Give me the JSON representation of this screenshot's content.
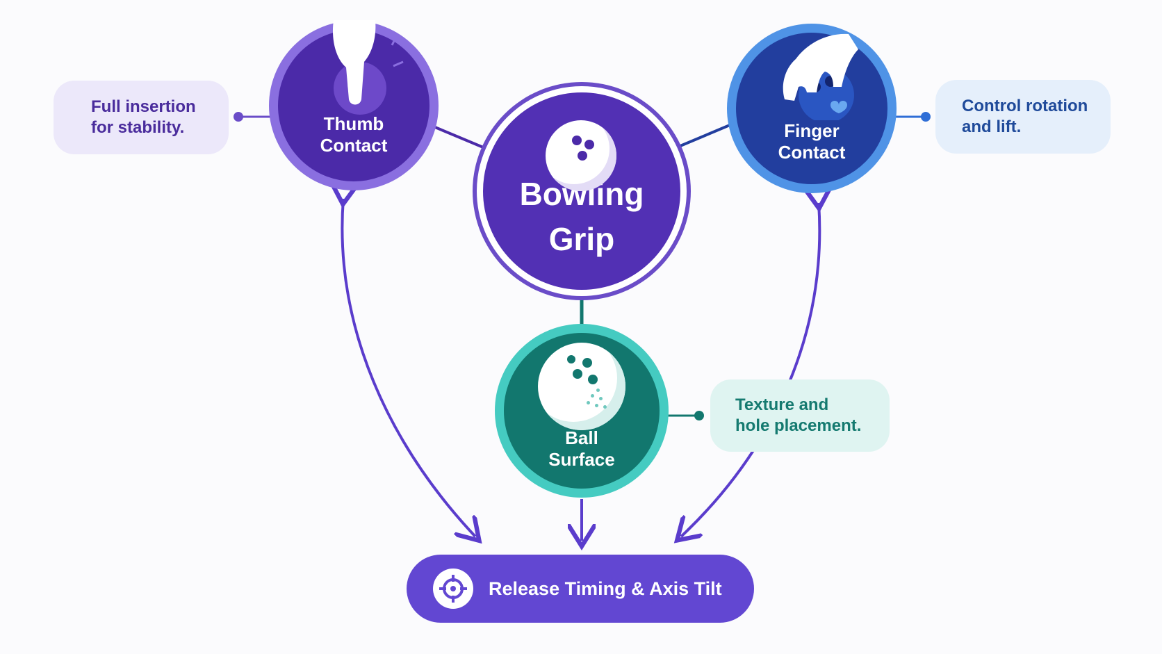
{
  "diagram": {
    "center": {
      "title_line1": "Bowling",
      "title_line2": "Grip",
      "icon": "bowling-ball-icon"
    },
    "thumb": {
      "title_line1": "Thumb",
      "title_line2": "Contact",
      "icon": "thumb-hand-icon",
      "note_line1": "Full insertion",
      "note_line2": "for stability."
    },
    "finger": {
      "title_line1": "Finger",
      "title_line2": "Contact",
      "icon": "finger-hand-icon",
      "note_line1": "Control rotation",
      "note_line2": "and lift."
    },
    "surface": {
      "title_line1": "Ball",
      "title_line2": "Surface",
      "icon": "textured-ball-icon",
      "note_line1": "Texture and",
      "note_line2": "hole placement."
    },
    "release": {
      "label": "Release Timing & Axis Tilt",
      "icon": "target-icon"
    }
  },
  "colors": {
    "purple": "#5230b4",
    "purple_ring": "#8a6fe0",
    "blue": "#223e9e",
    "blue_ring": "#4f93e6",
    "teal": "#12776e",
    "teal_ring": "#45cbc1",
    "release": "#6247d2",
    "arrow": "#5a3ccc"
  }
}
